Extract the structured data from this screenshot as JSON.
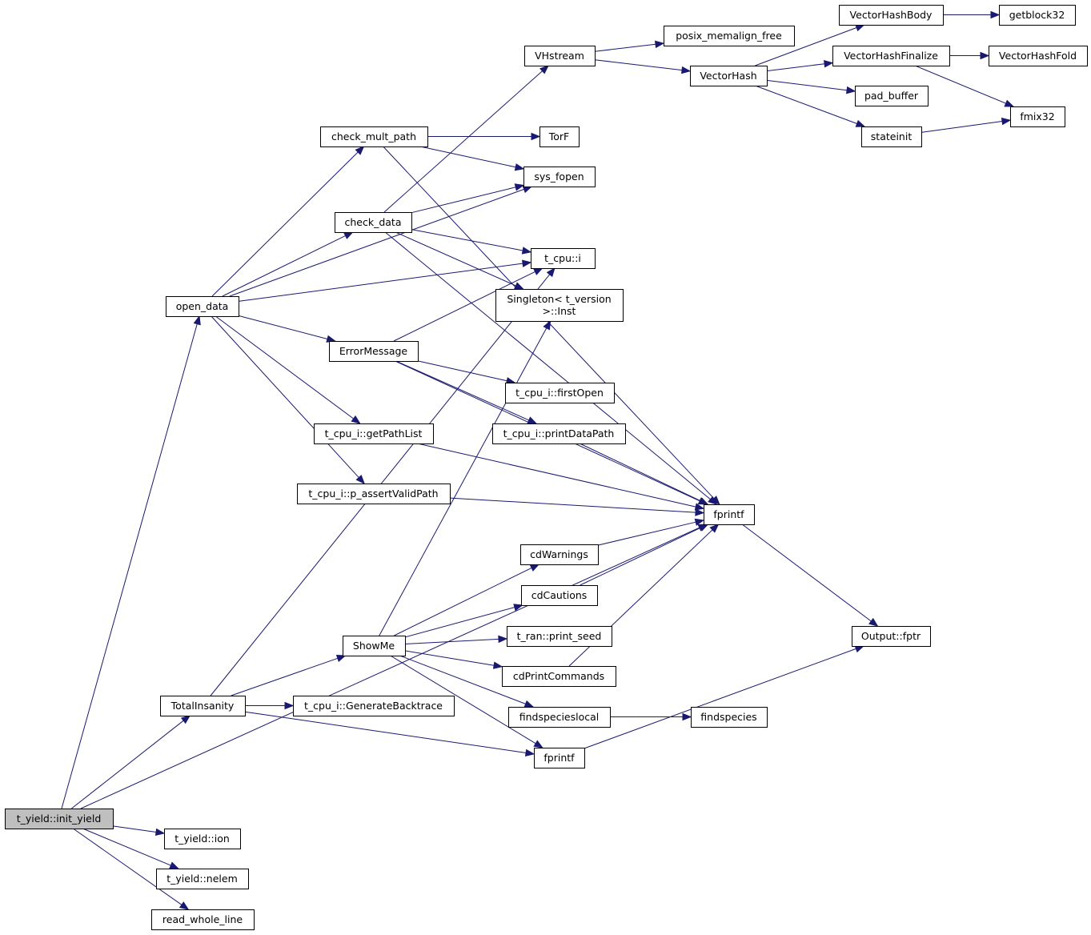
{
  "graph": {
    "title": "Call graph of t_yield::init_yield",
    "root": "t_yield::init_yield",
    "colors": {
      "edge": "#191970",
      "root_fill": "#bfbfbf",
      "node_fill": "#ffffff",
      "border": "#000000"
    },
    "nodes": [
      {
        "id": "init_yield",
        "label": "t_yield::init_yield",
        "root": true
      },
      {
        "id": "ion",
        "label": "t_yield::ion"
      },
      {
        "id": "nelem",
        "label": "t_yield::nelem"
      },
      {
        "id": "read_whole_line",
        "label": "read_whole_line"
      },
      {
        "id": "open_data",
        "label": "open_data"
      },
      {
        "id": "TotalInsanity",
        "label": "TotalInsanity"
      },
      {
        "id": "check_mult_path",
        "label": "check_mult_path"
      },
      {
        "id": "check_data",
        "label": "check_data"
      },
      {
        "id": "ErrorMessage",
        "label": "ErrorMessage"
      },
      {
        "id": "getPathList",
        "label": "t_cpu_i::getPathList"
      },
      {
        "id": "p_assertValidPath",
        "label": "t_cpu_i::p_assertValidPath"
      },
      {
        "id": "ShowMe",
        "label": "ShowMe"
      },
      {
        "id": "GenerateBacktrace",
        "label": "t_cpu_i::GenerateBacktrace"
      },
      {
        "id": "VHstream",
        "label": "VHstream"
      },
      {
        "id": "TorF",
        "label": "TorF"
      },
      {
        "id": "sys_fopen",
        "label": "sys_fopen"
      },
      {
        "id": "t_cpu_i",
        "label": "t_cpu::i"
      },
      {
        "id": "Singleton",
        "label": "Singleton< t_version\n>::Inst"
      },
      {
        "id": "firstOpen",
        "label": "t_cpu_i::firstOpen"
      },
      {
        "id": "printDataPath",
        "label": "t_cpu_i::printDataPath"
      },
      {
        "id": "cdWarnings",
        "label": "cdWarnings"
      },
      {
        "id": "cdCautions",
        "label": "cdCautions"
      },
      {
        "id": "print_seed",
        "label": "t_ran::print_seed"
      },
      {
        "id": "cdPrintCommands",
        "label": "cdPrintCommands"
      },
      {
        "id": "findspecieslocal",
        "label": "findspecieslocal"
      },
      {
        "id": "fprintf2",
        "label": "fprintf"
      },
      {
        "id": "posix_memalign_free",
        "label": "posix_memalign_free"
      },
      {
        "id": "VectorHash",
        "label": "VectorHash"
      },
      {
        "id": "fprintf",
        "label": "fprintf"
      },
      {
        "id": "findspecies",
        "label": "findspecies"
      },
      {
        "id": "VectorHashBody",
        "label": "VectorHashBody"
      },
      {
        "id": "VectorHashFinalize",
        "label": "VectorHashFinalize"
      },
      {
        "id": "pad_buffer",
        "label": "pad_buffer"
      },
      {
        "id": "stateinit",
        "label": "stateinit"
      },
      {
        "id": "Output_fptr",
        "label": "Output::fptr"
      },
      {
        "id": "getblock32",
        "label": "getblock32"
      },
      {
        "id": "VectorHashFold",
        "label": "VectorHashFold"
      },
      {
        "id": "fmix32",
        "label": "fmix32"
      }
    ],
    "edges": [
      [
        "init_yield",
        "open_data"
      ],
      [
        "init_yield",
        "TotalInsanity"
      ],
      [
        "init_yield",
        "fprintf"
      ],
      [
        "init_yield",
        "ion"
      ],
      [
        "init_yield",
        "nelem"
      ],
      [
        "init_yield",
        "read_whole_line"
      ],
      [
        "open_data",
        "check_mult_path"
      ],
      [
        "open_data",
        "sys_fopen"
      ],
      [
        "open_data",
        "check_data"
      ],
      [
        "open_data",
        "t_cpu_i"
      ],
      [
        "open_data",
        "ErrorMessage"
      ],
      [
        "open_data",
        "getPathList"
      ],
      [
        "open_data",
        "p_assertValidPath"
      ],
      [
        "check_mult_path",
        "TorF"
      ],
      [
        "check_mult_path",
        "sys_fopen"
      ],
      [
        "check_mult_path",
        "fprintf"
      ],
      [
        "check_data",
        "VHstream"
      ],
      [
        "check_data",
        "sys_fopen"
      ],
      [
        "check_data",
        "t_cpu_i"
      ],
      [
        "check_data",
        "Singleton"
      ],
      [
        "check_data",
        "fprintf"
      ],
      [
        "ErrorMessage",
        "t_cpu_i"
      ],
      [
        "ErrorMessage",
        "firstOpen"
      ],
      [
        "ErrorMessage",
        "printDataPath"
      ],
      [
        "ErrorMessage",
        "fprintf"
      ],
      [
        "getPathList",
        "fprintf"
      ],
      [
        "p_assertValidPath",
        "fprintf"
      ],
      [
        "printDataPath",
        "fprintf"
      ],
      [
        "TotalInsanity",
        "t_cpu_i"
      ],
      [
        "TotalInsanity",
        "ShowMe"
      ],
      [
        "TotalInsanity",
        "GenerateBacktrace"
      ],
      [
        "TotalInsanity",
        "fprintf2"
      ],
      [
        "ShowMe",
        "Singleton"
      ],
      [
        "ShowMe",
        "cdWarnings"
      ],
      [
        "ShowMe",
        "cdCautions"
      ],
      [
        "ShowMe",
        "print_seed"
      ],
      [
        "ShowMe",
        "cdPrintCommands"
      ],
      [
        "ShowMe",
        "findspecieslocal"
      ],
      [
        "ShowMe",
        "fprintf2"
      ],
      [
        "cdWarnings",
        "fprintf"
      ],
      [
        "cdCautions",
        "fprintf"
      ],
      [
        "cdPrintCommands",
        "fprintf"
      ],
      [
        "findspecieslocal",
        "findspecies"
      ],
      [
        "fprintf2",
        "Output_fptr"
      ],
      [
        "fprintf",
        "Output_fptr"
      ],
      [
        "VHstream",
        "posix_memalign_free"
      ],
      [
        "VHstream",
        "VectorHash"
      ],
      [
        "VectorHash",
        "VectorHashBody"
      ],
      [
        "VectorHash",
        "VectorHashFinalize"
      ],
      [
        "VectorHash",
        "pad_buffer"
      ],
      [
        "VectorHash",
        "stateinit"
      ],
      [
        "VectorHashBody",
        "getblock32"
      ],
      [
        "VectorHashFinalize",
        "VectorHashFold"
      ],
      [
        "VectorHashFinalize",
        "fmix32"
      ],
      [
        "stateinit",
        "fmix32"
      ]
    ]
  }
}
